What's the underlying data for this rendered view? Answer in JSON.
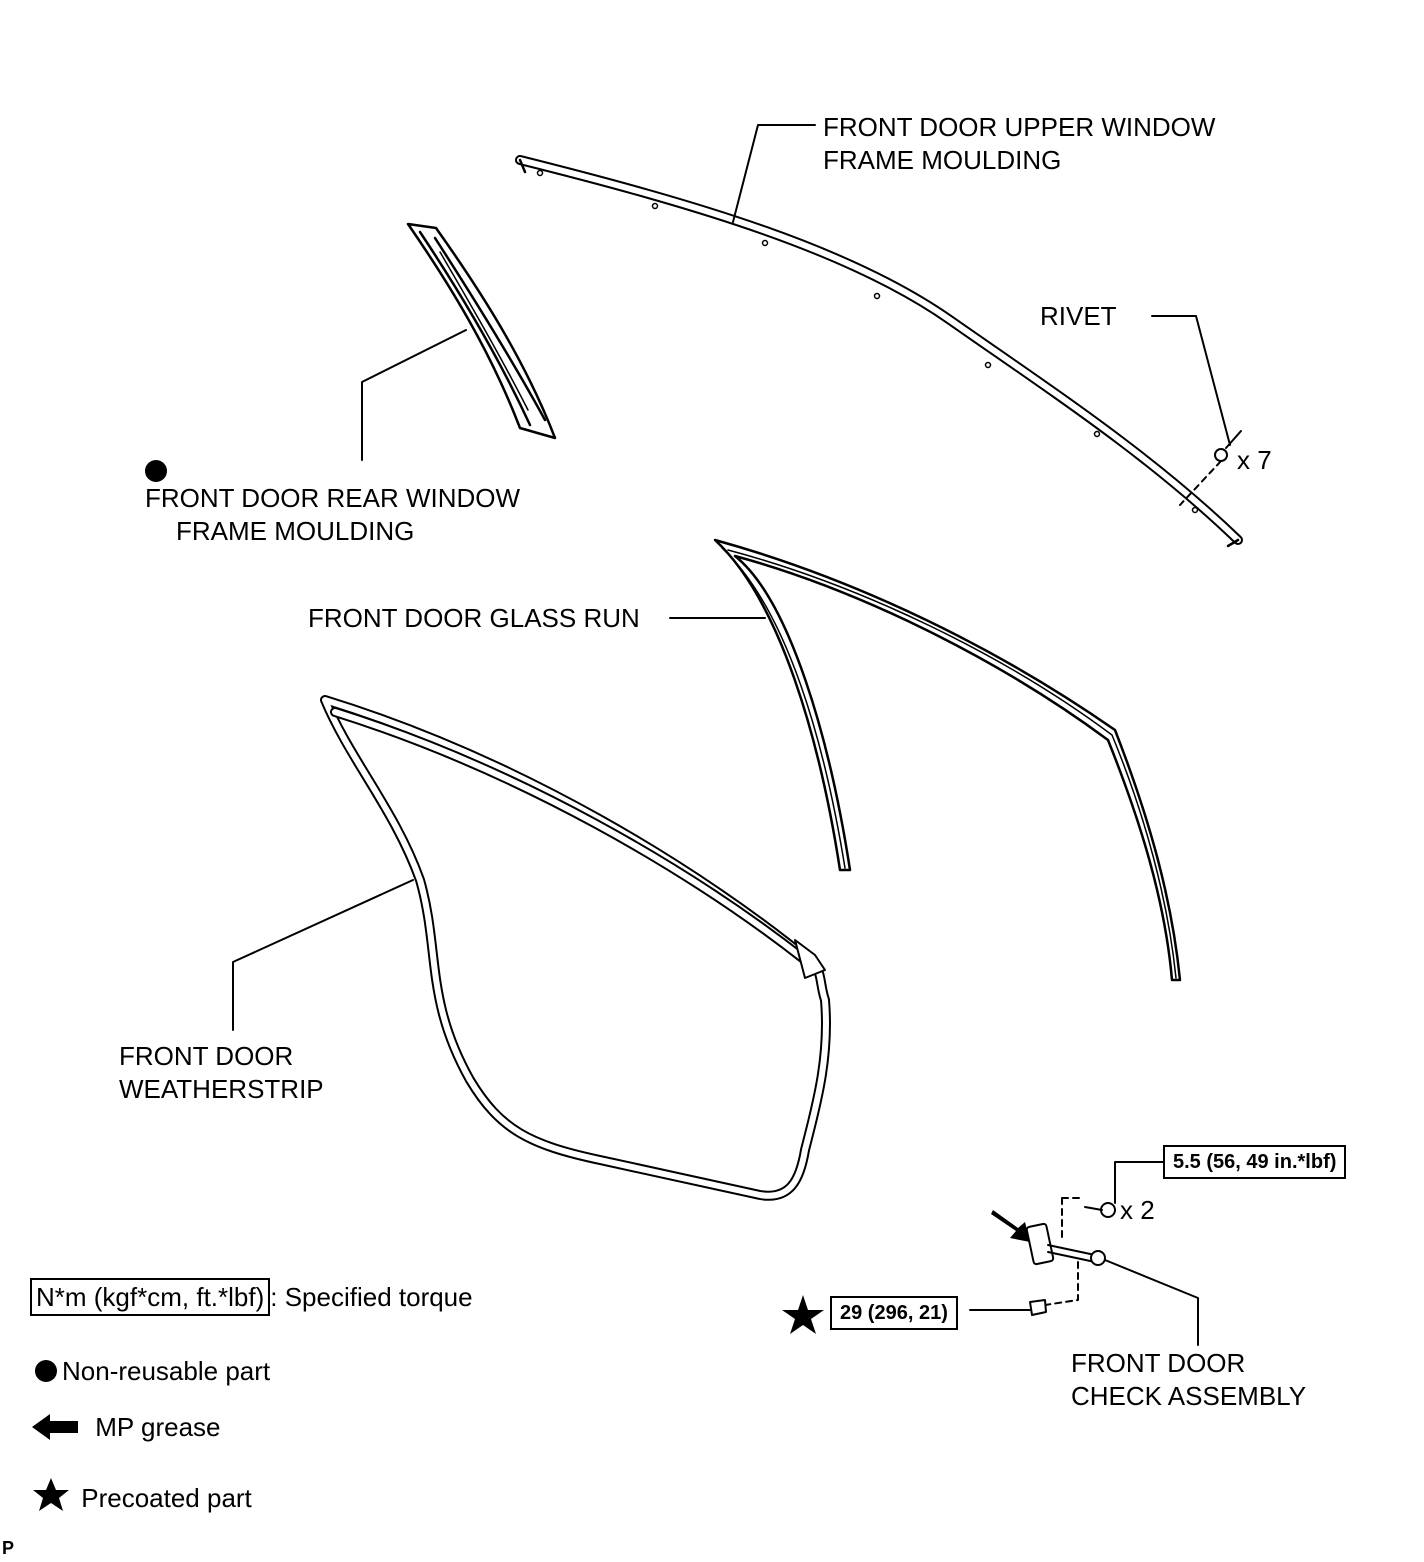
{
  "labels": {
    "upper_moulding": [
      "FRONT DOOR UPPER WINDOW",
      "FRAME MOULDING"
    ],
    "rivet": "RIVET",
    "rivet_qty": "x 7",
    "rear_moulding": [
      "FRONT DOOR REAR WINDOW",
      "FRAME MOULDING"
    ],
    "glass_run": "FRONT DOOR GLASS RUN",
    "weatherstrip": [
      "FRONT DOOR",
      "WEATHERSTRIP"
    ],
    "check_assembly": [
      "FRONT DOOR",
      "CHECK ASSEMBLY"
    ],
    "bolt_qty": "x 2"
  },
  "torques": {
    "upper_bolt": "5.5 (56, 49 in.*lbf)",
    "lower_bolt": "29 (296, 21)"
  },
  "legend": {
    "torque_box": "N*m (kgf*cm, ft.*lbf)",
    "torque_text": ": Specified torque",
    "non_reusable": "Non-reusable part",
    "mp_grease": "MP grease",
    "precoated": "Precoated part"
  },
  "corner_mark": "P",
  "icons": {
    "non_reusable": "filled-circle-icon",
    "grease": "left-arrow-icon",
    "precoated": "star-icon"
  },
  "colors": {
    "ink": "#000000",
    "paper": "#ffffff"
  }
}
